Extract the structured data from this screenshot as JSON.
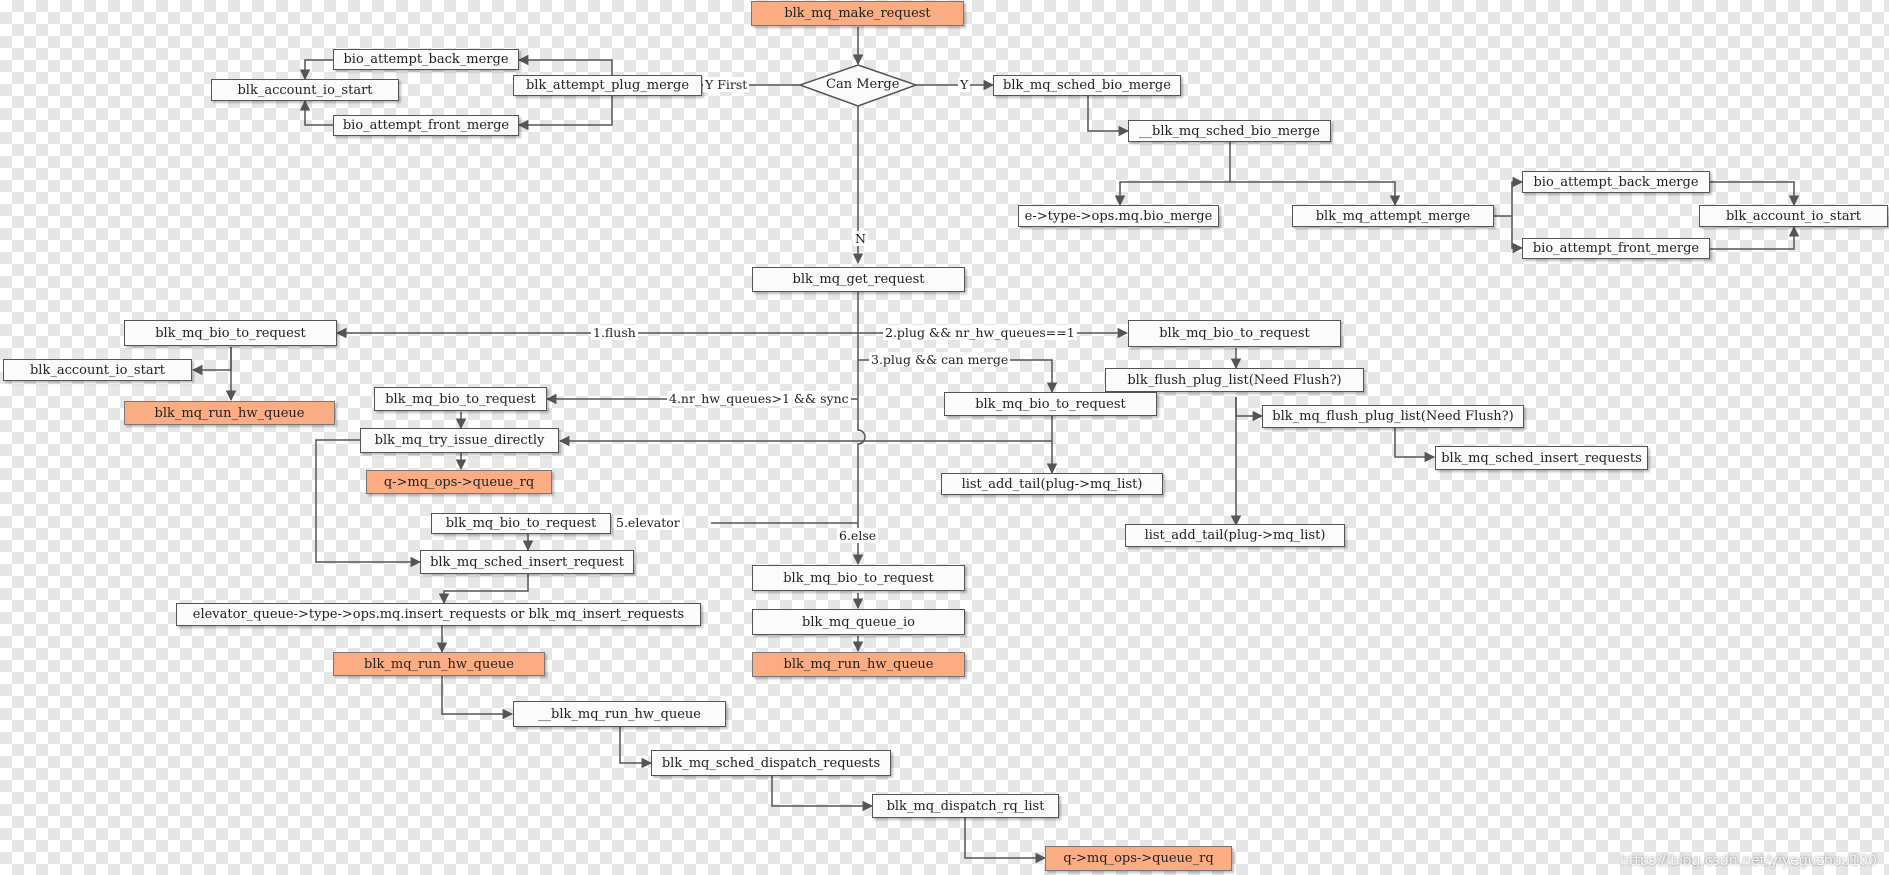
{
  "nodes": {
    "make_request": "blk_mq_make_request",
    "can_merge": "Can Merge",
    "plug_merge": "blk_attempt_plug_merge",
    "pm_back_merge": "bio_attempt_back_merge",
    "pm_front_merge": "bio_attempt_front_merge",
    "pm_account": "blk_account_io_start",
    "sched_bio_merge": "blk_mq_sched_bio_merge",
    "sched_bio_merge2": "__blk_mq_sched_bio_merge",
    "e_bio_merge": "e->type->ops.mq.bio_merge",
    "attempt_merge": "blk_mq_attempt_merge",
    "am_back_merge": "bio_attempt_back_merge",
    "am_front_merge": "bio_attempt_front_merge",
    "am_account": "blk_account_io_start",
    "get_request": "blk_mq_get_request",
    "b1_bio_to_request": "blk_mq_bio_to_request",
    "b1_account": "blk_account_io_start",
    "b1_run_hw_queue": "blk_mq_run_hw_queue",
    "b2_bio_to_request": "blk_mq_bio_to_request",
    "b2_flush_plug_list": "blk_flush_plug_list(Need Flush?)",
    "b2_list_add_tail": "list_add_tail(plug->mq_list)",
    "b3_bio_to_request": "blk_mq_bio_to_request",
    "b3_list_add_tail": "list_add_tail(plug->mq_list)",
    "b3_mq_flush_plug_list": "blk_mq_flush_plug_list(Need Flush?)",
    "b3_sched_insert_requests": "blk_mq_sched_insert_requests",
    "b4_bio_to_request": "blk_mq_bio_to_request",
    "b4_try_issue_directly": "blk_mq_try_issue_directly",
    "b4_queue_rq": "q->mq_ops->queue_rq",
    "b5_bio_to_request": "blk_mq_bio_to_request",
    "b5_sched_insert_request": "blk_mq_sched_insert_request",
    "b5_elevator_insert": "elevator_queue->type->ops.mq.insert_requests or blk_mq_insert_requests",
    "b5_run_hw_queue": "blk_mq_run_hw_queue",
    "b5_run_hw_queue2": "__blk_mq_run_hw_queue",
    "b5_sched_dispatch": "blk_mq_sched_dispatch_requests",
    "b5_dispatch_rq_list": "blk_mq_dispatch_rq_list",
    "b5_queue_rq": "q->mq_ops->queue_rq",
    "b6_bio_to_request": "blk_mq_bio_to_request",
    "b6_queue_io": "blk_mq_queue_io",
    "b6_run_hw_queue": "blk_mq_run_hw_queue"
  },
  "edge_labels": {
    "y_first": "Y First",
    "y": "Y",
    "n": "N",
    "flush": "1.flush",
    "plug_single": "2.plug && nr_hw_queues==1",
    "plug_can_merge": "3.plug && can merge",
    "multi_sync": "4.nr_hw_queues>1 && sync",
    "elevator": "5.elevator",
    "else": "6.else"
  },
  "watermark": "https://blog.csdn.net/yiyeguzhou100",
  "colors": {
    "highlight": "#fbac82",
    "node_fill": "#fbfbfb",
    "stroke": "#555555"
  }
}
